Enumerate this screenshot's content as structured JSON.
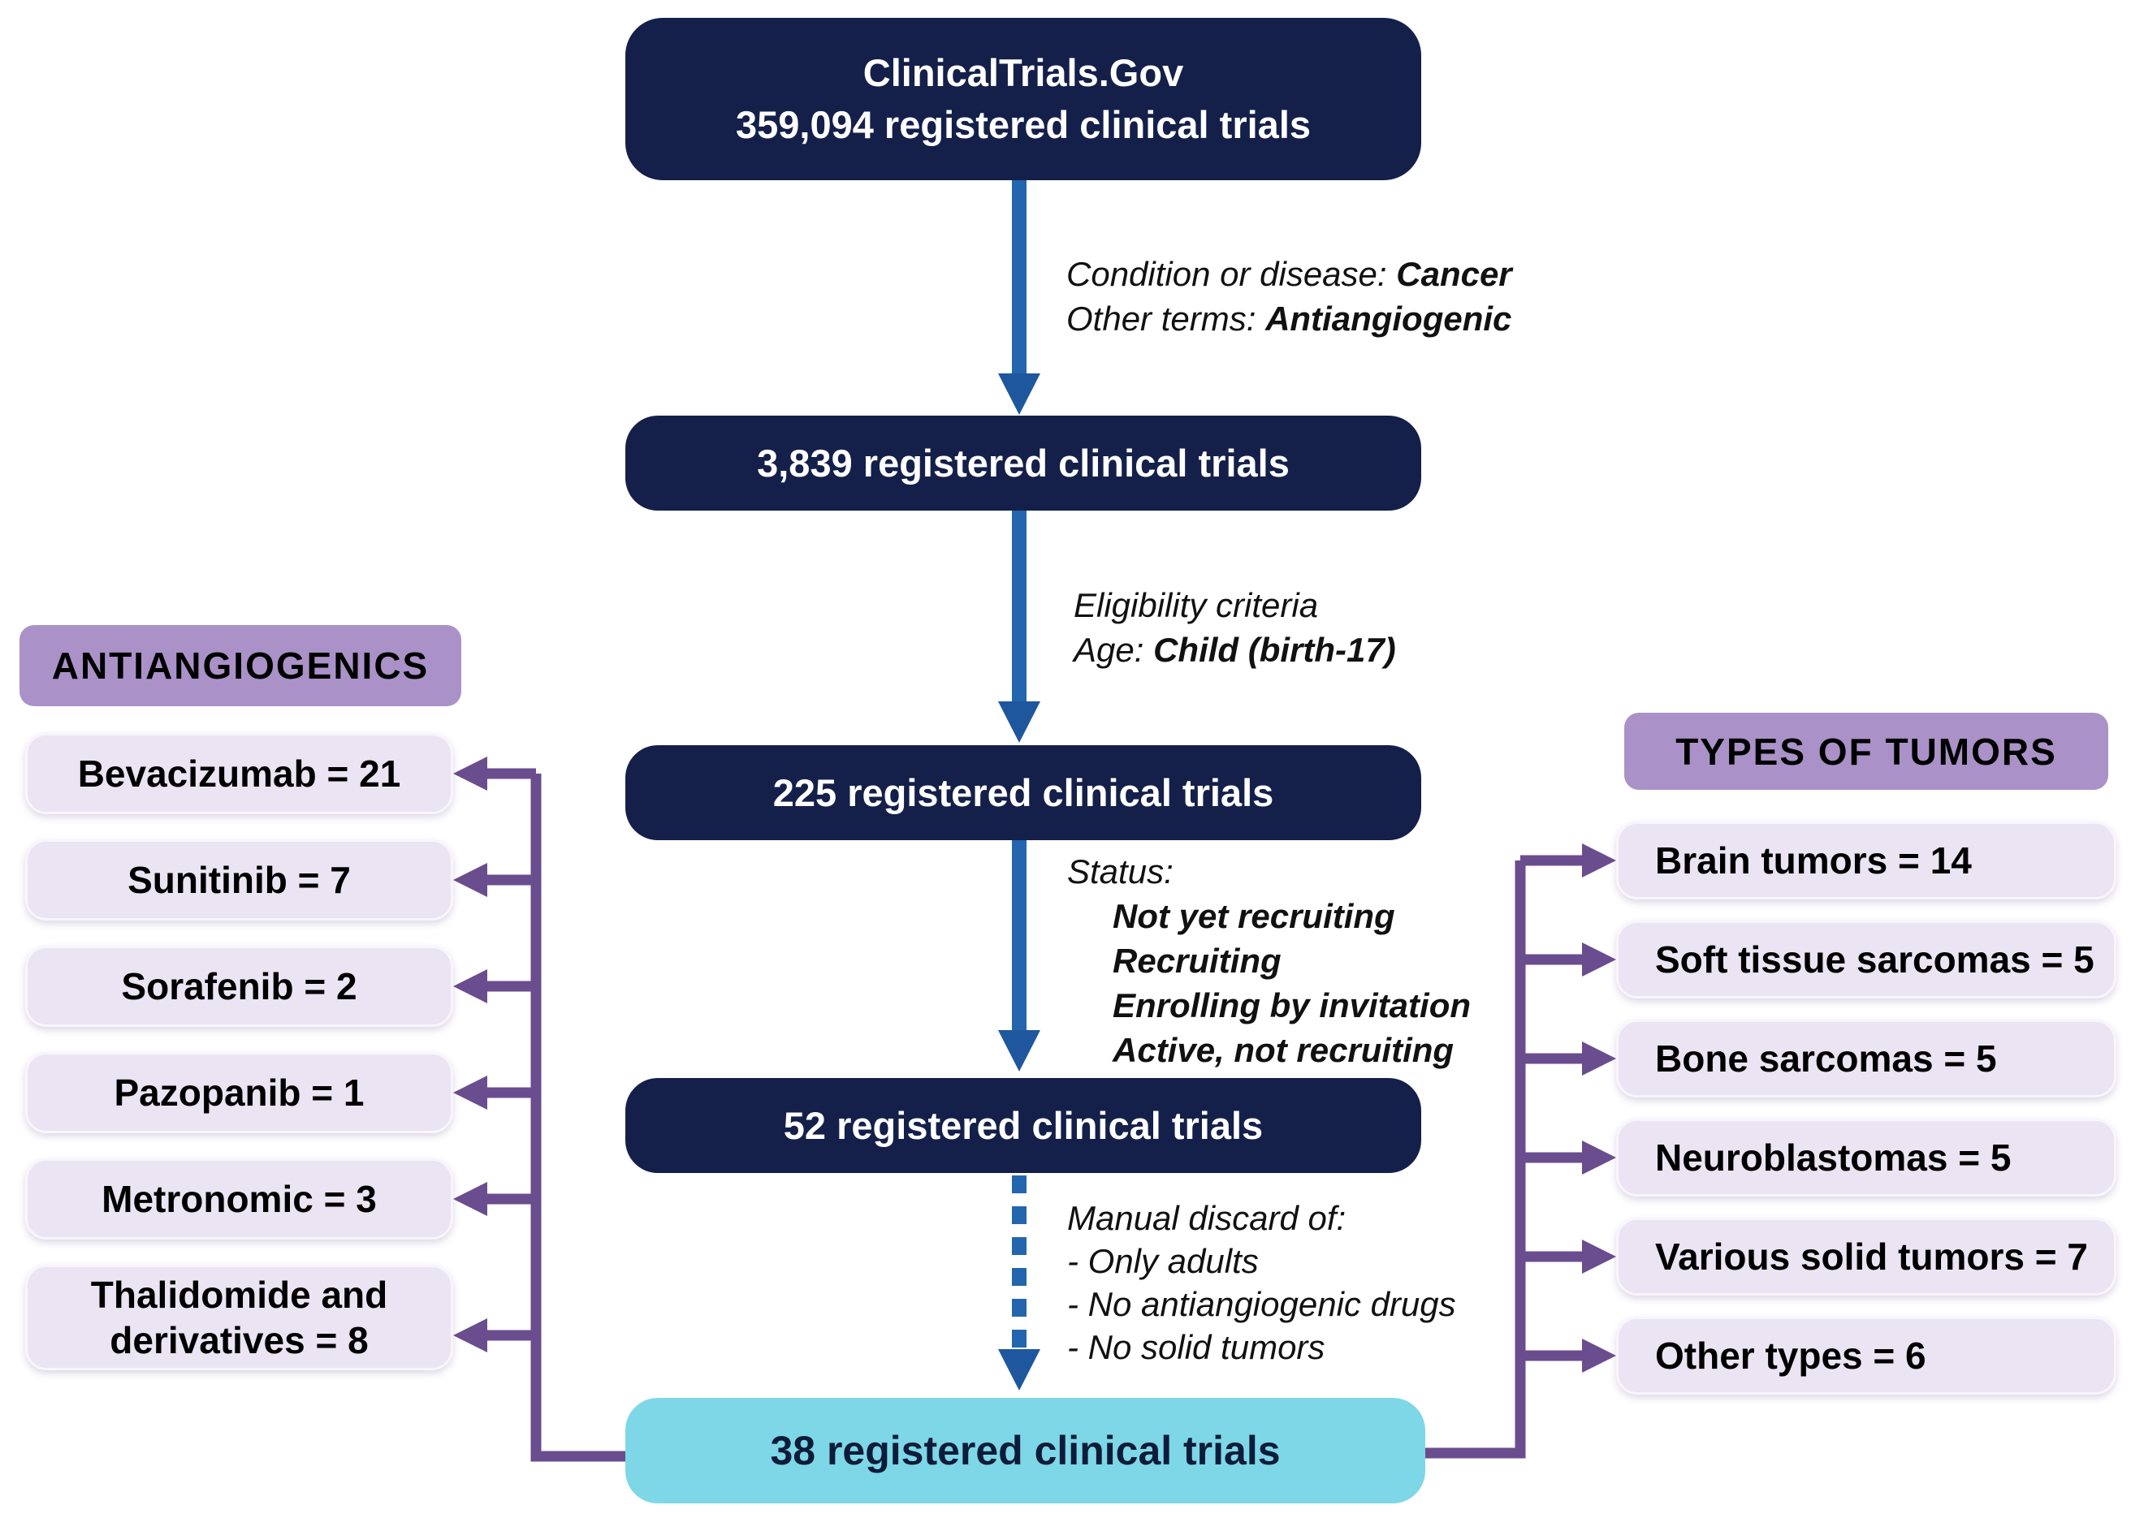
{
  "colors": {
    "navy_box": "#14204a",
    "cyan_box": "#7ed7e6",
    "blue_arrow": "#2466ad",
    "blue_arrow_head": "#1e579e",
    "purple_connector": "#6a4d8e",
    "purple_header": "#aa92c8",
    "lavender_item": "#ebe4f2"
  },
  "flow": {
    "source_box": {
      "line1": "ClinicalTrials.Gov",
      "line2": "359,094 registered clinical trials"
    },
    "step_boxes": [
      "3,839 registered clinical trials",
      "225 registered clinical trials",
      "52 registered clinical trials"
    ],
    "final_box": "38 registered clinical trials",
    "filters": [
      {
        "lines": [
          {
            "pre": "Condition or disease: ",
            "strong": "Cancer"
          },
          {
            "pre": "Other terms: ",
            "strong": "Antiangiogenic"
          }
        ]
      },
      {
        "lines": [
          {
            "pre": "Eligibility criteria",
            "strong": ""
          },
          {
            "pre": "Age: ",
            "strong": "Child (birth-17)"
          }
        ]
      },
      {
        "title": "Status:",
        "items": [
          "Not yet recruiting",
          "Recruiting",
          "Enrolling by invitation",
          "Active, not recruiting"
        ]
      },
      {
        "title": "Manual discard of:",
        "items": [
          "- Only adults",
          "- No antiangiogenic drugs",
          "- No solid tumors"
        ]
      }
    ]
  },
  "antiangiogenics": {
    "title": "ANTIANGIOGENICS",
    "items": [
      "Bevacizumab = 21",
      "Sunitinib = 7",
      "Sorafenib = 2",
      "Pazopanib = 1",
      "Metronomic = 3",
      "Thalidomide and derivatives = 8"
    ]
  },
  "tumor_types": {
    "title": "TYPES OF TUMORS",
    "items": [
      "Brain tumors = 14",
      "Soft tissue sarcomas = 5",
      "Bone sarcomas = 5",
      "Neuroblastomas = 5",
      "Various solid tumors = 7",
      "Other types = 6"
    ]
  }
}
